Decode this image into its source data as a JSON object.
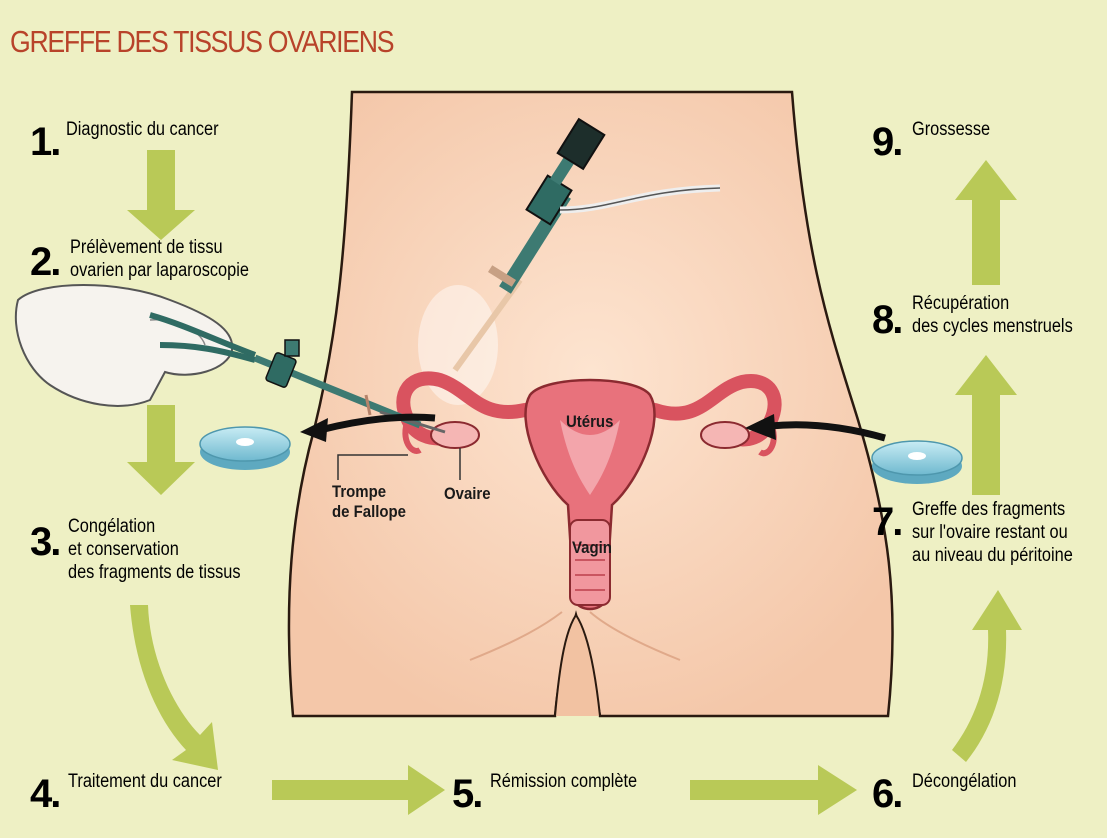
{
  "title": "GREFFE DES TISSUS OVARIENS",
  "steps": [
    {
      "number": "1.",
      "lines": [
        "Diagnostic du cancer"
      ]
    },
    {
      "number": "2.",
      "lines": [
        "Prélèvement de tissu",
        "ovarien par laparoscopie"
      ]
    },
    {
      "number": "3.",
      "lines": [
        "Congélation",
        "et conservation",
        "des fragments de tissus"
      ]
    },
    {
      "number": "4.",
      "lines": [
        "Traitement du cancer"
      ]
    },
    {
      "number": "5.",
      "lines": [
        "Rémission complète"
      ]
    },
    {
      "number": "6.",
      "lines": [
        "Décongélation"
      ]
    },
    {
      "number": "7.",
      "lines": [
        "Greffe des fragments",
        "sur l'ovaire restant ou",
        "au niveau du péritoine"
      ]
    },
    {
      "number": "8.",
      "lines": [
        "Récupération",
        "des cycles menstruels"
      ]
    },
    {
      "number": "9.",
      "lines": [
        "Grossesse"
      ]
    }
  ],
  "anatomy_labels": {
    "uterus": "Utérus",
    "vagina": "Vagin",
    "tube": [
      "Trompe",
      "de Fallope"
    ],
    "ovary": "Ovaire"
  },
  "colors": {
    "background": "#eef0c4",
    "title": "#b8432a",
    "arrow": "#b9c957",
    "skin": "#f7d2b5",
    "organ": "#e8727c",
    "dish": "#8fd0e0"
  }
}
